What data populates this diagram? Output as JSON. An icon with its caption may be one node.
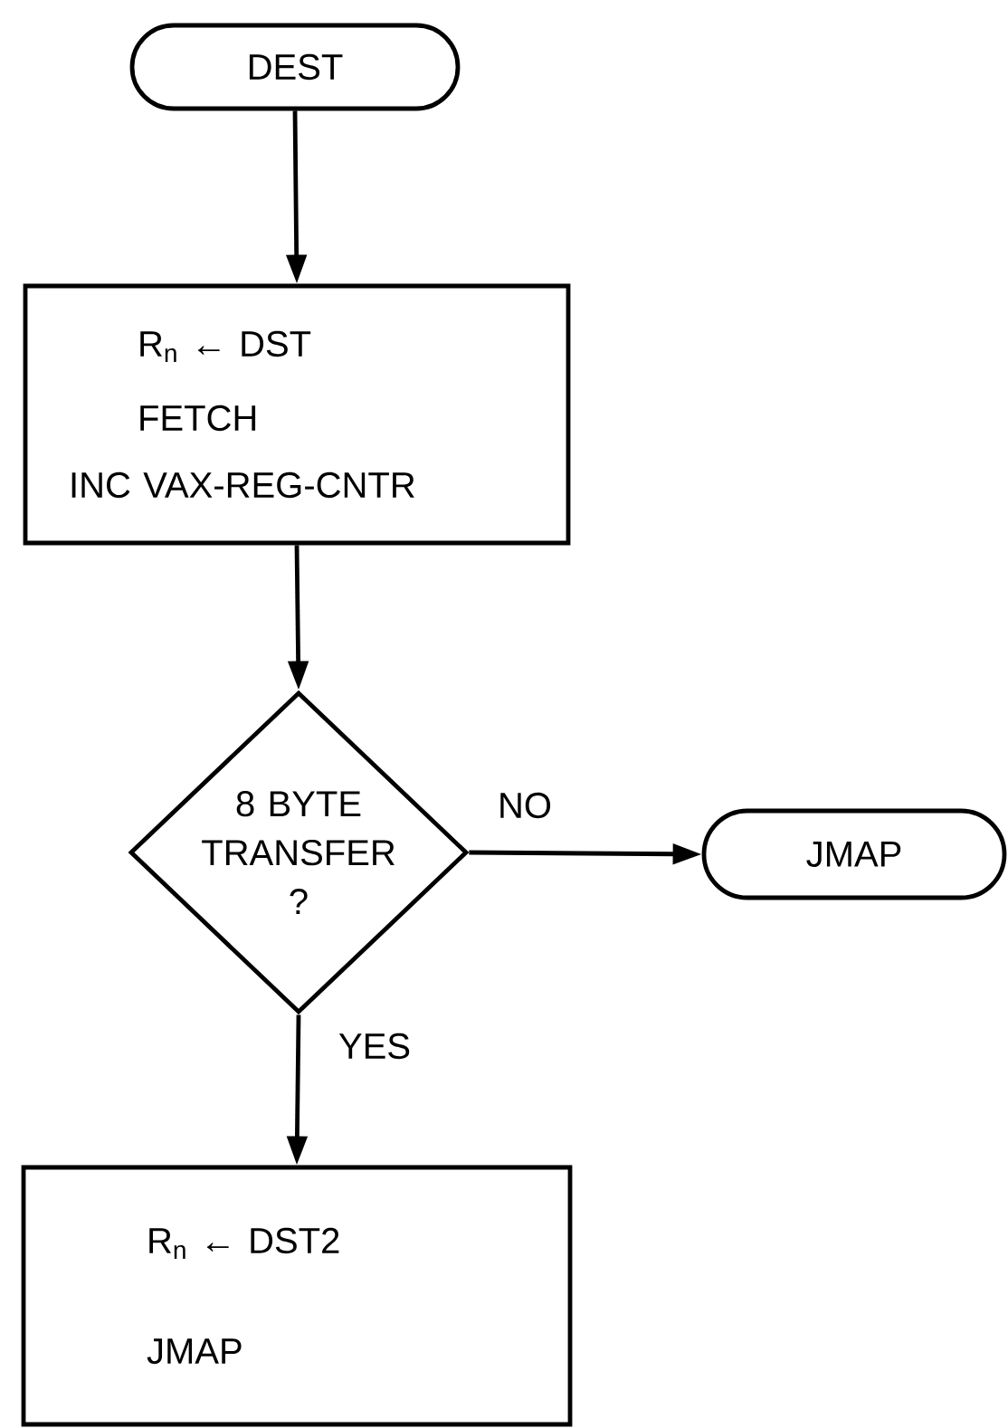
{
  "diagram": {
    "nodes": [
      {
        "text": [
          "DEST"
        ]
      },
      {
        "text": [
          "R$_{n}$ ← DST",
          "FETCH",
          "INC VAX-REG-CNTR"
        ]
      },
      {
        "text": [
          "8 BYTE TRANSFER ?"
        ]
      },
      {
        "text": [
          "JMAP"
        ]
      },
      {
        "text": [
          "R$_{n}$ ← DST2",
          "JMAP"
        ]
      }
    ],
    "edges": [
      {
        "from": 0,
        "to": 1,
        "arrow": "to"
      },
      {
        "from": 1,
        "to": 2,
        "arrow": "to"
      },
      {
        "from": 2,
        "to": 3,
        "arrow": "to",
        "label": "NO"
      },
      {
        "from": 2,
        "to": 4,
        "arrow": "to",
        "label": "YES"
      }
    ]
  }
}
